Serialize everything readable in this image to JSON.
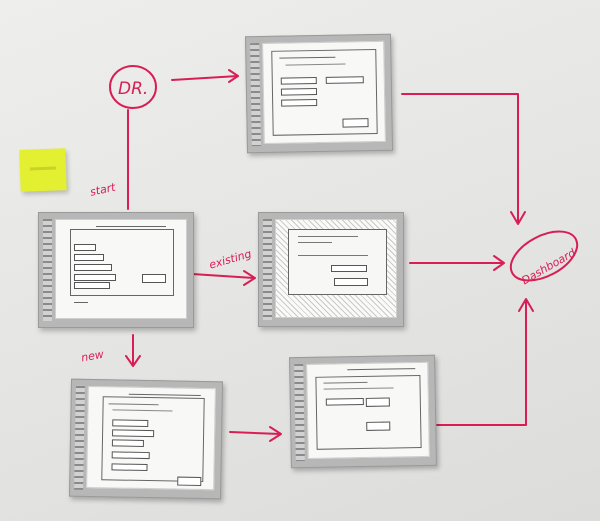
{
  "labels": {
    "dr": "DR.",
    "start": "start",
    "existing": "existing",
    "new": "new",
    "dashboard": "Dashboard"
  },
  "colors": {
    "marker": "#d81e55",
    "sticky": "#e3f031",
    "whiteboard": "#e8e8e6"
  }
}
